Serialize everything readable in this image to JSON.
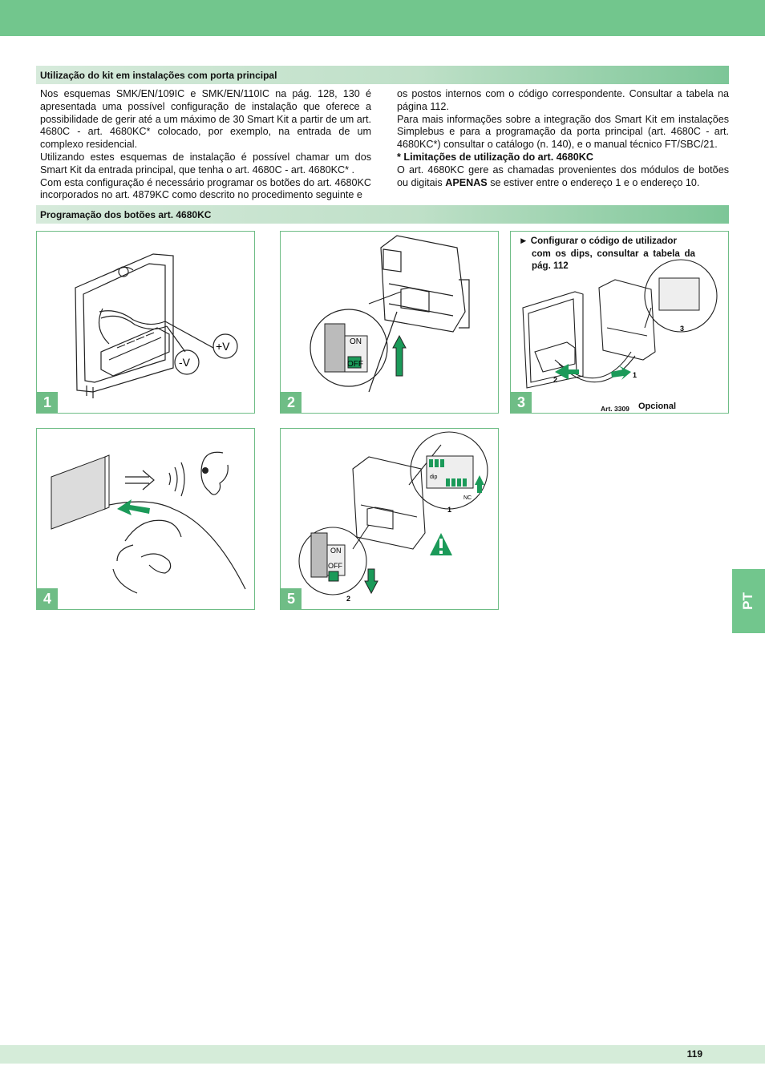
{
  "section1": {
    "title": "Utilização do kit em instalações com porta principal",
    "left_p1": "Nos esquemas SMK/EN/109IC e SMK/EN/110IC na pág. 128, 130 é apresentada uma possível configuração de instalação que oferece a possibilidade de gerir até a um máximo de 30 Smart Kit a partir de um art. 4680C - art. 4680KC* colocado, por exemplo, na entrada de um complexo residencial.",
    "left_p2": "Utilizando estes esquemas de instalação é possível chamar um dos Smart Kit da entrada principal, que tenha o art. 4680C - art. 4680KC* .",
    "left_p3": "Com esta configuração é necessário programar os botões do art. 4680KC incorporados no art. 4879KC como descrito no procedimento seguinte e",
    "right_p1": "os postos internos com o código correspondente. Consultar a tabela na página 112.",
    "right_p2": "Para mais informações sobre a integração dos Smart Kit em instalações Simplebus e para a programação da porta principal (art. 4680C - art. 4680KC*) consultar o catálogo (n. 140), e o manual técnico FT/SBC/21.",
    "right_heading": "* Limitações de utilização do art. 4680KC",
    "right_p3_a": "O art. 4680KC gere as chamadas provenientes dos módulos de botões ou digitais ",
    "right_p3_bold": "APENAS",
    "right_p3_b": " se estiver entre o endereço 1 e o endereço 10."
  },
  "section2": {
    "title": "Programação dos botões art. 4680KC"
  },
  "panels": {
    "p1": {
      "num": "1",
      "plus_v": "+V",
      "minus_v": "-V"
    },
    "p2": {
      "num": "2",
      "on": "ON",
      "off": "OFF"
    },
    "p3": {
      "num": "3",
      "note_line1": "► Configurar o código de utilizador",
      "note_line2": "com os dips, consultar a tabela da pág. 112",
      "art": "Art. 3309",
      "optional": "Opcional",
      "label1": "1",
      "label2": "2",
      "label3": "3"
    },
    "p4": {
      "num": "4"
    },
    "p5": {
      "num": "5",
      "on": "ON",
      "off": "OFF",
      "label1": "1",
      "label2": "2",
      "dip": "dip",
      "nc": "NC"
    }
  },
  "side_tab": "PT",
  "page_number": "119",
  "colors": {
    "green": "#72c68d",
    "accent_green": "#1b9a59",
    "light_green": "#d5ecd9"
  }
}
